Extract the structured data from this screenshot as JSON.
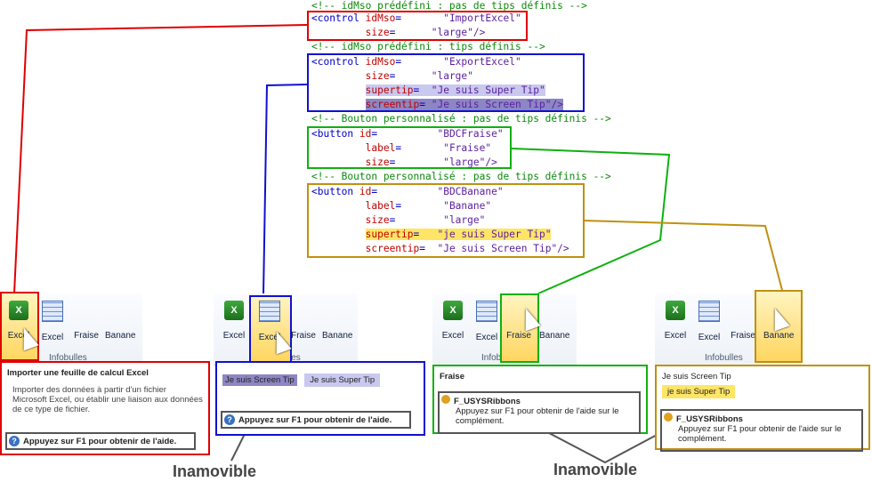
{
  "code": {
    "c1": "<!-- idMso prédéfini : pas de tips définis -->",
    "b1_l1_tag": "<control ",
    "b1_l1_attr": "idMso",
    "b1_l1_val": "\"ImportExcel\"",
    "b1_l2_attr": "size",
    "b1_l2_val": "\"large\"/>",
    "c2": "<!-- idMso prédéfini : tips définis -->",
    "b2_l1_tag": "<control ",
    "b2_l1_attr": "idMso",
    "b2_l1_val": "\"ExportExcel\"",
    "b2_l2_attr": "size",
    "b2_l2_val": "\"large\"",
    "b2_l3_attr": "supertip",
    "b2_l3_val": "\"Je suis Super Tip\"",
    "b2_l4_attr": "screentip",
    "b2_l4_val": "\"Je suis Screen Tip\"/>",
    "c3": "<!-- Bouton personnalisé : pas de tips définis -->",
    "b3_l1_tag": "<button ",
    "b3_l1_attr": "id",
    "b3_l1_val": "\"BDCFraise\"",
    "b3_l2_attr": "label",
    "b3_l2_val": "\"Fraise\"",
    "b3_l3_attr": "size",
    "b3_l3_val": "\"large\"/>",
    "c4": "<!-- Bouton personnalisé : pas de tips définis -->",
    "b4_l1_tag": "<button ",
    "b4_l1_attr": "id",
    "b4_l1_val": "\"BDCBanane\"",
    "b4_l2_attr": "label",
    "b4_l2_val": "\"Banane\"",
    "b4_l3_attr": "size",
    "b4_l3_val": "\"large\"",
    "b4_l4_attr": "supertip",
    "b4_l4_val": "\"je suis Super Tip\"",
    "b4_l5_attr": "screentip",
    "b4_l5_val": "\"Je suis Screen Tip\"/>"
  },
  "ribbon": {
    "group": "Infobulles",
    "b_excel": "Excel",
    "b_fraise": "Fraise",
    "b_banane": "Banane"
  },
  "tips": {
    "t1_title": "Importer une feuille de calcul Excel",
    "t1_body": "Importer des données à partir d'un fichier Microsoft Excel, ou établir une liaison aux données de ce type de fichier.",
    "help": "Appuyez sur F1 pour obtenir de l'aide.",
    "screen": "Je suis Screen Tip",
    "super": "Je suis Super Tip",
    "super_lc": "je suis Super Tip",
    "fraise": "Fraise",
    "addin": "F_USYSRibbons",
    "addin_help": "Appuyez sur F1 pour obtenir de l'aide sur le complément."
  },
  "notes": {
    "inamovible": "Inamovible"
  },
  "colors": {
    "red": "#e00000",
    "blue": "#1010d0",
    "green": "#10b010",
    "gold": "#c09010"
  }
}
